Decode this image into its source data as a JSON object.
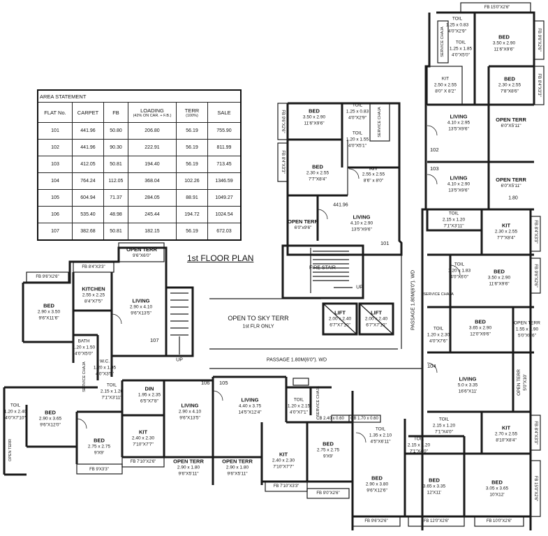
{
  "title": "1st FLOOR PLAN",
  "area_statement": {
    "caption": "AREA STATEMENT",
    "headers": {
      "flat": "FLAT No.",
      "carpet": "CARPET",
      "fb": "FB",
      "loading": "LOADING",
      "loading_note": "(42% ON CAR. + F.B.)",
      "terr": "TERR",
      "terr_note": "(100%)",
      "sale": "SALE"
    },
    "rows": [
      {
        "flat": "101",
        "carpet": "441.96",
        "fb": "50.80",
        "loading": "206.80",
        "terr": "56.19",
        "sale": "755.90"
      },
      {
        "flat": "102",
        "carpet": "441.96",
        "fb": "90.30",
        "loading": "222.91",
        "terr": "56.19",
        "sale": "811.99"
      },
      {
        "flat": "103",
        "carpet": "412.05",
        "fb": "50.81",
        "loading": "194.40",
        "terr": "56.19",
        "sale": "713.45"
      },
      {
        "flat": "104",
        "carpet": "764.24",
        "fb": "112.05",
        "loading": "368.04",
        "terr": "102.26",
        "sale": "1346.59"
      },
      {
        "flat": "105",
        "carpet": "604.94",
        "fb": "71.37",
        "loading": "284.05",
        "terr": "88.91",
        "sale": "1049.27"
      },
      {
        "flat": "106",
        "carpet": "535.40",
        "fb": "48.98",
        "loading": "245.44",
        "terr": "194.72",
        "sale": "1024.54"
      },
      {
        "flat": "107",
        "carpet": "382.68",
        "fb": "50.81",
        "loading": "182.15",
        "terr": "56.19",
        "sale": "672.03"
      }
    ]
  },
  "rooms": {
    "bed_101": {
      "name": "BED",
      "dim": "3.50 x 2.90",
      "ft": "11'6\"X9'6\""
    },
    "bed2_101": {
      "name": "BED",
      "dim": "2.30 x 2.55",
      "ft": "7'7\"X8'4\""
    },
    "kit_101": {
      "name": "KIT",
      "dim": "2.55 x 2.55",
      "ft": "8'6\" x 8'0\""
    },
    "living_101": {
      "name": "LIVING",
      "dim": "4.10 x 2.90",
      "ft": "13'5\"X9'6\""
    },
    "openterr_101": {
      "name": "OPEN TERR",
      "ft": "6'0\"x9'6\""
    },
    "toil_101a": {
      "name": "TOIL",
      "dim": "1.25 x 0.83",
      "ft": "4'0\"X2'9\""
    },
    "toil_101b": {
      "name": "TOIL",
      "dim": "1.20 x 1.55",
      "ft": "4'0\"X5'1\""
    },
    "lift_1": {
      "name": "LIFT",
      "dim": "2.00 x 2.40",
      "ft": "6'7\"X7'10\""
    },
    "lift_2": {
      "name": "LIFT",
      "dim": "2.00 x 2.40",
      "ft": "6'7\"X7'10\""
    },
    "bed_102": {
      "name": "BED",
      "dim": "3.50 x 2.90",
      "ft": "11'6\"X9'6\""
    },
    "bed2_102": {
      "name": "BED",
      "dim": "2.30 x 2.55",
      "ft": "7'8\"X8'6\""
    },
    "kit_102": {
      "name": "KIT",
      "dim": "2.50 x 2.55",
      "ft": "8'0\" X 8'2\""
    },
    "living_102": {
      "name": "LIVING",
      "dim": "4.10 x 2.95",
      "ft": "13'5\"X9'6\""
    },
    "openterr_102": {
      "name": "OPEN TERR",
      "ft": "6'0\"X5'11\""
    },
    "toil_102a": {
      "name": "TOIL",
      "dim": "1.25 x 0.83",
      "ft": "4'0\"X2'9\""
    },
    "toil_102b": {
      "name": "TOIL",
      "dim": "1.25 x 1.85",
      "ft": "4'0\"X5'0\""
    },
    "living_103": {
      "name": "LIVING",
      "dim": "4.10 x 2.90",
      "ft": "13'5\"X9'6\""
    },
    "openterr_103": {
      "name": "OPEN TERR",
      "ft": "6'0\"X5'11\""
    },
    "toil_103a": {
      "name": "TOIL",
      "dim": "2.15 x 1.20",
      "ft": "7'1\"X3'11\""
    },
    "kit_103": {
      "name": "KIT",
      "dim": "2.30 x 2.55",
      "ft": "7'7\"X8'4\""
    },
    "toil_103b": {
      "name": "TOIL",
      "dim": "1.20 x 1.83",
      "ft": "4'0\"X6'0\""
    },
    "bed_103": {
      "name": "BED",
      "dim": "3.50 x 2.90",
      "ft": "11'6\"X9'6\""
    },
    "toil_104a": {
      "name": "TOIL",
      "dim": "1.20 x 2.30",
      "ft": "4'0\"X7'6\""
    },
    "bed_104": {
      "name": "BED",
      "dim": "3.65 x 2.90",
      "ft": "12'0\"X9'6\""
    },
    "openterr_104": {
      "name": "OPEN TERR",
      "dim": "1.55 x 2.90",
      "ft": "5'0\"X9'6\""
    },
    "living_104": {
      "name": "LIVING",
      "dim": "5.0 x 3.35",
      "ft": "16'6\"X11'"
    },
    "openterr_104b": {
      "name": "OPEN TERR",
      "ft": "5'0\"X10'"
    },
    "toil_104b": {
      "name": "TOIL",
      "dim": "2.15 x 1.20",
      "ft": "7'1\"X4'0\""
    },
    "kit_104": {
      "name": "KIT",
      "dim": "2.70 x 2.55",
      "ft": "8'10\"X8'4\""
    },
    "toil_104c": {
      "name": "TOIL",
      "dim": "2.15 x 1.20",
      "ft": "7'1\"X4'0\""
    },
    "bed2_104": {
      "name": "BED",
      "dim": "3.65 x 3.35",
      "ft": "12'X11'"
    },
    "bed3_104": {
      "name": "BED",
      "dim": "3.05 x 3.65",
      "ft": "10'X12'"
    },
    "toil_105a": {
      "name": "TOIL",
      "dim": "1.35 x 2.10",
      "ft": "4'5\"X6'11\""
    },
    "bed_105": {
      "name": "BED",
      "dim": "2.90 x 3.80",
      "ft": "9'6\"X12'6\""
    },
    "bed2_105": {
      "name": "BED",
      "dim": "2.75 x 2.75",
      "ft": "9'X9'"
    },
    "kit_105": {
      "name": "KIT",
      "dim": "2.40 x 2.30",
      "ft": "7'10\"X7'7\""
    },
    "living_105": {
      "name": "LIVING",
      "dim": "4.40 x 3.75",
      "ft": "14'5\"X12'4\""
    },
    "openterr_105": {
      "name": "OPEN TERR",
      "dim": "2.90 x 1.80",
      "ft": "9'6\"X5'11\""
    },
    "toil_105b": {
      "name": "TOIL",
      "dim": "1.20 x 2.15",
      "ft": "4'0\"X7'1\""
    },
    "living_106": {
      "name": "LIVING",
      "dim": "2.90 x 4.10",
      "ft": "9'6\"X13'5\""
    },
    "din_106": {
      "name": "DIN",
      "dim": "1.95 x 2.35",
      "ft": "6'5\"X7'8\""
    },
    "kit_106": {
      "name": "KIT",
      "dim": "2.40 x 2.30",
      "ft": "7'10\"X7'7\""
    },
    "bed_106": {
      "name": "BED",
      "dim": "2.75 x 2.75",
      "ft": "9'X9'"
    },
    "bed2_106": {
      "name": "BED",
      "dim": "2.90 x 3.65",
      "ft": "9'6\"X12'0\""
    },
    "openterr_106": {
      "name": "OPEN TERR",
      "dim": "2.90 x 1.80",
      "ft": "9'6\"X5'11\""
    },
    "toil_106a": {
      "name": "TOIL",
      "dim": "2.15 x 1.20",
      "ft": "7'1\"X3'11\""
    },
    "toil_106b": {
      "name": "TOIL",
      "dim": "1.20 x 2.40",
      "ft": "4'0\"X7'10\""
    },
    "bed_107": {
      "name": "BED",
      "dim": "2.90 x 3.50",
      "ft": "9'6\"X11'6\""
    },
    "kitchen_107": {
      "name": "KITCHEN",
      "dim": "2.55 x 2.25",
      "ft": "8'4\"X7'5\""
    },
    "living_107": {
      "name": "LIVING",
      "dim": "2.90 x 4.10",
      "ft": "9'6\"X13'5\""
    },
    "openterr_107": {
      "name": "OPEN TERR",
      "ft": "9'6\"X6'0\""
    },
    "bath_107": {
      "name": "BATH",
      "dim": "1.20 x 1.50",
      "ft": "4'0\"X5'0\""
    },
    "wc_107": {
      "name": "W.C.",
      "dim": "1.20 x 1.05",
      "ft": "4'0\"X3'5\""
    }
  },
  "flatbeds": {
    "fb_top": "FB 15'0\"X2'6\"",
    "fb_r1": "FB 9'6\"X2'6\"",
    "fb_r2": "FB 8'4\"X3'3\"",
    "fb_101a": "FB 9'6\"X2'6\"",
    "fb_101b": "FB 8'4\"X3'3\"",
    "fb_r3": "FB 8'4\"X3'3\"",
    "fb_r4": "FB 9'6\"X2'6\"",
    "fb_r5": "FB 8'4\"X3'3\"",
    "fb_r6": "FB 15'0\"X2'6\"",
    "fb_107a": "FB 9'6\"X2'6\"",
    "fb_107b": "FB 8'4\"X3'3\"",
    "fb_106a": "FB 7'10\"X2'6\"",
    "fb_106b": "FB 9'X3'3\"",
    "fb_105a": "FB 7'10\"X3'3\"",
    "fb_105b": "FB 9'0\"X2'6\"",
    "fb_104a": "FB 9'6\"X2'6\"",
    "fb_104b": "FB 12'0\"X2'6\"",
    "fb_104c": "FB 10'0\"X2'6\""
  },
  "labels": {
    "open_sky": "OPEN TO SKY TERR",
    "open_sky2": "1st FLR ONLY",
    "passage_h": "PASSAGE 1.80M(6'0\"). WD",
    "passage_v": "PASSAGE 1.80M(6'0\"). WD",
    "fire_stair": "FIRE STAIR",
    "up1": "UP",
    "up2": "UP",
    "service_chaja": "SERVICE CHAJA",
    "cb1": "CB 2.40 x 0.60",
    "cb2": "CB 1.70 x 0.60",
    "area_101": "441.96",
    "open_terr_side": "OPEN TERR",
    "dim_180": "1.80",
    "u101": "101",
    "u102": "102",
    "u103": "103",
    "u104": "104",
    "u105": "105",
    "u106": "106",
    "u107": "107"
  }
}
